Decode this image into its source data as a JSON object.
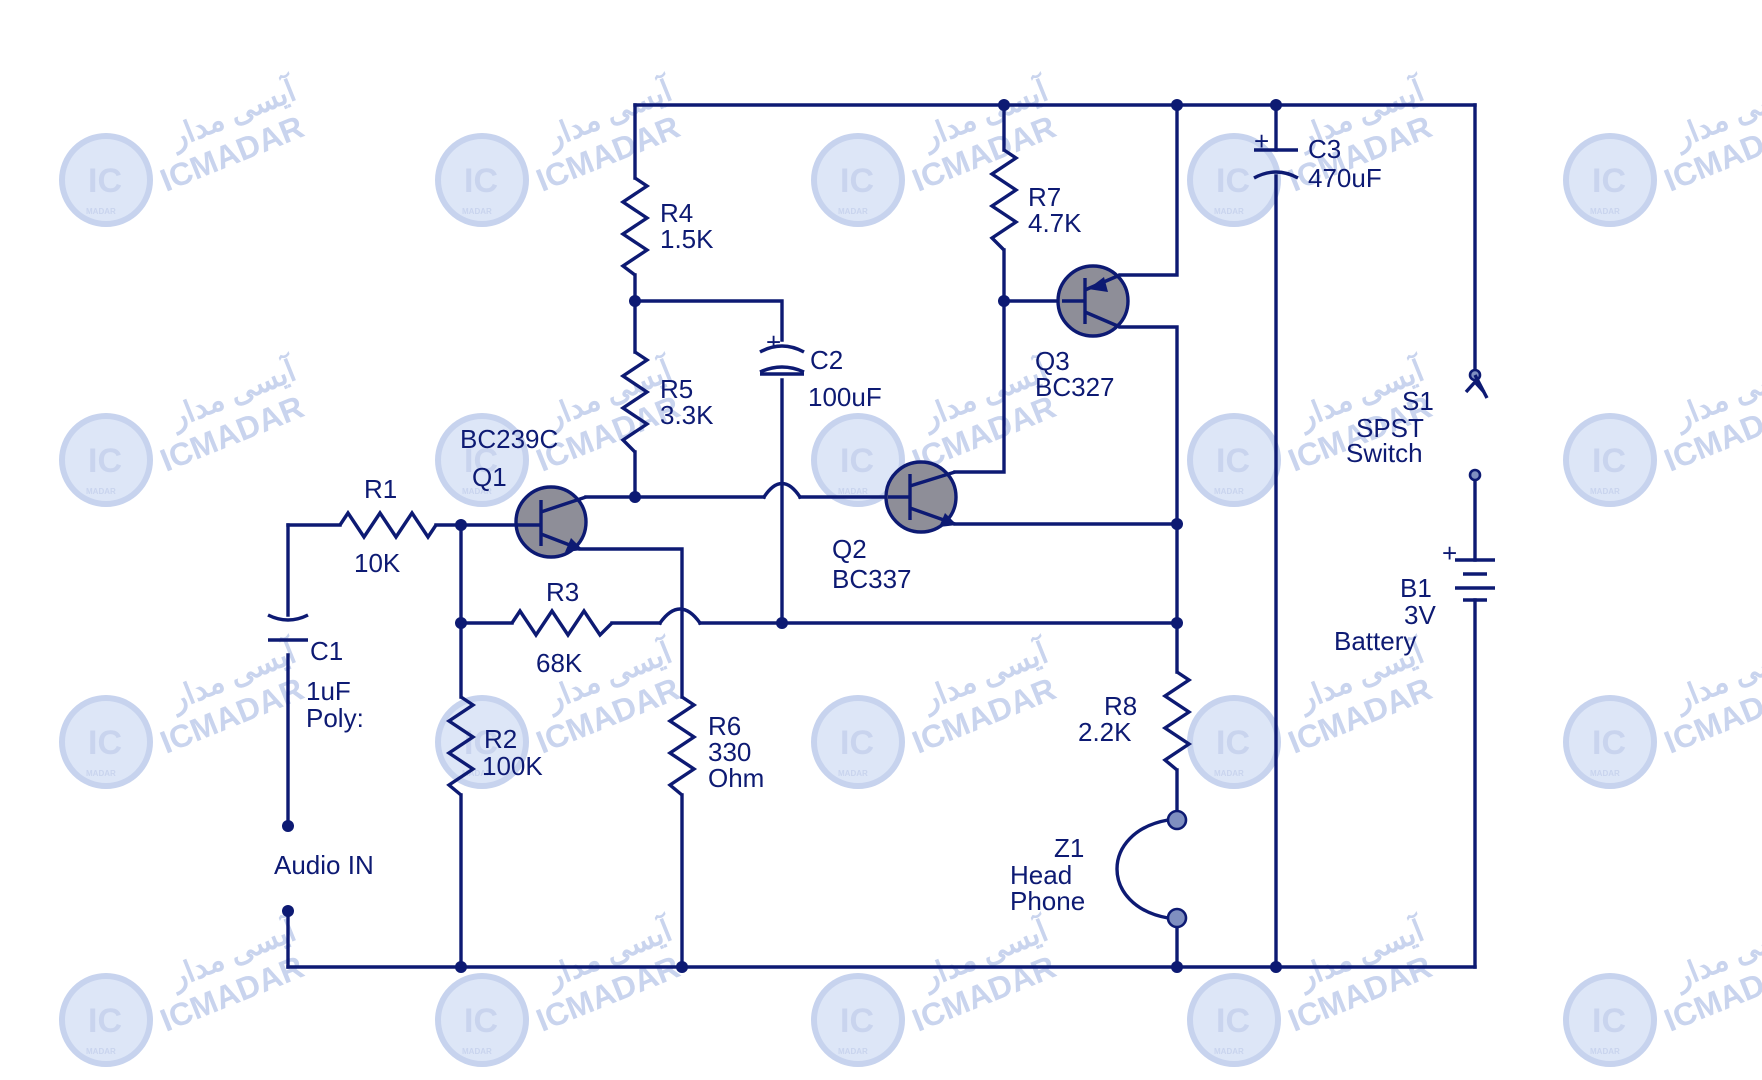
{
  "components": {
    "r1": {
      "ref": "R1",
      "value": "10K"
    },
    "r2": {
      "ref": "R2",
      "value": "100K"
    },
    "r3": {
      "ref": "R3",
      "value": "68K"
    },
    "r4": {
      "ref": "R4",
      "value": "1.5K"
    },
    "r5": {
      "ref": "R5",
      "value": "3.3K"
    },
    "r6": {
      "ref": "R6",
      "value": "330",
      "unit": "Ohm"
    },
    "r7": {
      "ref": "R7",
      "value": "4.7K"
    },
    "r8": {
      "ref": "R8",
      "value": "2.2K"
    },
    "c1": {
      "ref": "C1",
      "value": "1uF",
      "note": "Poly:"
    },
    "c2": {
      "ref": "C2",
      "value": "100uF",
      "polarity": "+"
    },
    "c3": {
      "ref": "C3",
      "value": "470uF",
      "polarity": "+"
    },
    "q1": {
      "ref": "Q1",
      "part": "BC239C"
    },
    "q2": {
      "ref": "Q2",
      "part": "BC337"
    },
    "q3": {
      "ref": "Q3",
      "part": "BC327"
    },
    "s1": {
      "ref": "S1",
      "type_line1": "SPST",
      "type_line2": "Switch"
    },
    "b1": {
      "ref": "B1",
      "value": "3V",
      "type": "Battery",
      "polarity": "+"
    },
    "z1": {
      "ref": "Z1",
      "type_line1": "Head",
      "type_line2": "Phone"
    }
  },
  "audio_in_label": "Audio IN",
  "watermark": {
    "latin": "ICMADAR",
    "persian": "آیسی مدار",
    "logo": "IC",
    "logo_sub": "MADAR"
  },
  "colors": {
    "ink": "#0d1a73",
    "watermark": "#c9d4ee"
  }
}
